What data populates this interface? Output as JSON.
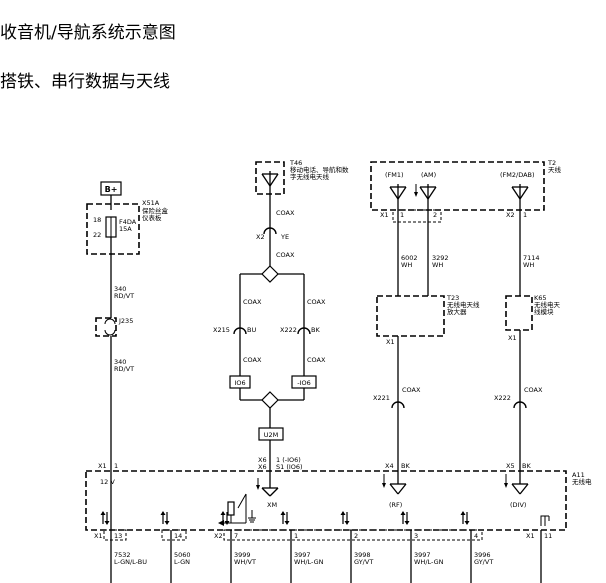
{
  "header": {
    "title": "收音机/导航系统示意图",
    "subtitle": "搭铁、串行数据与天线"
  },
  "power": {
    "label": "B+"
  },
  "fuse_block": {
    "ref": "X51A",
    "name_line1": "保险丝盒",
    "name_line2": "仪表板",
    "pin_in": "18",
    "pin_out": "22",
    "fuse": "F4DA",
    "amps": "15A"
  },
  "wire_340_top": {
    "circuit": "340",
    "color": "RD/VT"
  },
  "connector_j235": {
    "ref": "J235"
  },
  "wire_340_bottom": {
    "circuit": "340",
    "color": "RD/VT"
  },
  "pin_x1_1": {
    "conn": "X1",
    "pin": "1"
  },
  "supply_12v": {
    "label": "12 V"
  },
  "antenna_t46": {
    "ref": "T46",
    "line1": "移动电话、导航和数",
    "line2": "字无线电天线"
  },
  "coax": "COAX",
  "x2_ye": {
    "conn": "X2",
    "color": "YE"
  },
  "x215_bu": {
    "conn": "X215",
    "color": "BU"
  },
  "x222_bk": {
    "conn": "X222",
    "color": "BK"
  },
  "io6_left": "IO6",
  "io6_right": "-IO6",
  "u2m": "U2M",
  "x6_a": {
    "conn": "X6",
    "pin": "1 (-IO6)"
  },
  "x6_b": {
    "conn": "X6",
    "pin": "S1 (IO6)"
  },
  "xm": "XM",
  "antenna_t2": {
    "ref": "T2",
    "name": "天线",
    "fm1": "(FM1)",
    "am": "(AM)",
    "fm2": "(FM2/DAB)"
  },
  "t2_pins": {
    "conn1": "X1",
    "pin1": "1",
    "pin2": "2",
    "conn2": "X2",
    "pin3": "1"
  },
  "wire_6002": {
    "circuit": "6002",
    "color": "WH"
  },
  "wire_3292": {
    "circuit": "3292",
    "color": "WH"
  },
  "wire_7114": {
    "circuit": "7114",
    "color": "WH"
  },
  "amp_t23": {
    "ref": "T23",
    "line1": "无线电天线",
    "line2": "放大器",
    "conn": "X1"
  },
  "module_k65": {
    "ref": "K65",
    "line1": "无线电天",
    "line2": "线模块",
    "conn": "X1"
  },
  "x221": {
    "conn": "X221"
  },
  "x222_right": {
    "conn": "X222"
  },
  "x4_bk": {
    "conn": "X4",
    "color": "BK"
  },
  "x5_bk": {
    "conn": "X5",
    "color": "BK"
  },
  "rf": "(RF)",
  "div": "(DIV)",
  "radio_a11": {
    "ref": "A11",
    "name": "无线电"
  },
  "bottom_pins": [
    {
      "conn": "X1",
      "pin": "13"
    },
    {
      "conn": "",
      "pin": "14"
    },
    {
      "conn": "X2",
      "pin": "7"
    },
    {
      "conn": "",
      "pin": "1"
    },
    {
      "conn": "",
      "pin": "2"
    },
    {
      "conn": "",
      "pin": "3"
    },
    {
      "conn": "",
      "pin": "4"
    },
    {
      "conn": "X1",
      "pin": "11"
    }
  ],
  "bottom_wires": [
    {
      "circuit": "7532",
      "color": "L-GN/L-BU"
    },
    {
      "circuit": "5060",
      "color": "L-GN"
    },
    {
      "circuit": "3999",
      "color": "WH/VT"
    },
    {
      "circuit": "3997",
      "color": "WH/L-GN"
    },
    {
      "circuit": "3998",
      "color": "GY/VT"
    },
    {
      "circuit": "3997",
      "color": "WH/L-GN"
    },
    {
      "circuit": "3996",
      "color": "GY/VT"
    }
  ]
}
